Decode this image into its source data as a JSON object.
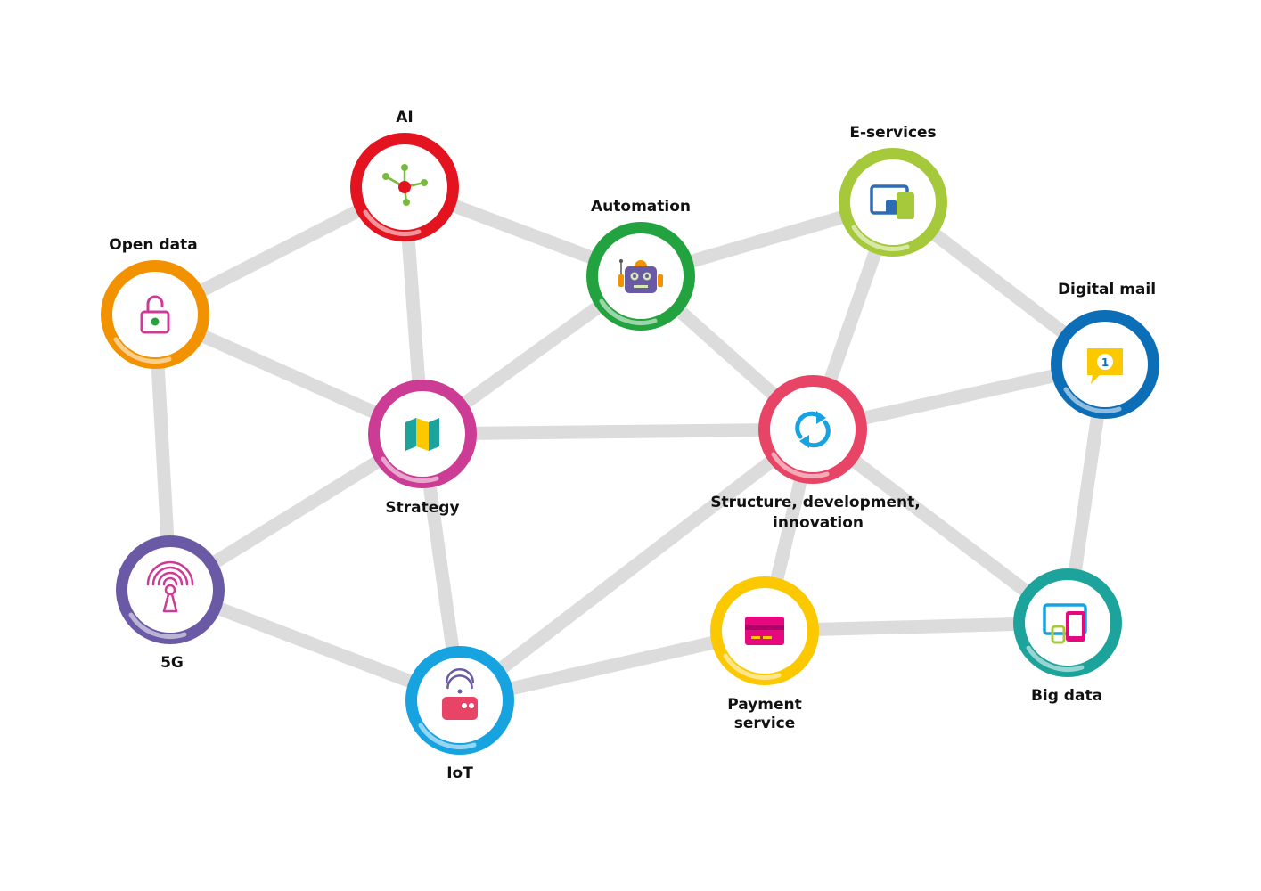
{
  "nodes": [
    {
      "id": "ai",
      "label_lines": [
        "AI"
      ],
      "color": "#e3141f",
      "icon": "network-hub-icon"
    },
    {
      "id": "automation",
      "label_lines": [
        "Automation"
      ],
      "color": "#23a33f",
      "icon": "robot-icon"
    },
    {
      "id": "e-services",
      "label_lines": [
        "E-services"
      ],
      "color": "#a5c93b",
      "icon": "devices-icon"
    },
    {
      "id": "open-data",
      "label_lines": [
        "Open data"
      ],
      "color": "#f39200",
      "icon": "unlocked-padlock-icon"
    },
    {
      "id": "digital-mail",
      "label_lines": [
        "Digital mail"
      ],
      "color": "#0b6eb7",
      "icon": "notification-message-icon"
    },
    {
      "id": "strategy",
      "label_lines": [
        "Strategy"
      ],
      "color": "#cc3c95",
      "icon": "folded-map-icon"
    },
    {
      "id": "structure",
      "label_lines": [
        "Structure, development,",
        "innovation"
      ],
      "color": "#e84466",
      "icon": "refresh-cycle-icon"
    },
    {
      "id": "5g",
      "label_lines": [
        "5G"
      ],
      "color": "#6a59a4",
      "icon": "antenna-tower-icon"
    },
    {
      "id": "iot",
      "label_lines": [
        "IoT"
      ],
      "color": "#17a2e0",
      "icon": "wifi-router-icon"
    },
    {
      "id": "payment",
      "label_lines": [
        "Payment",
        "service"
      ],
      "color": "#fcc800",
      "icon": "credit-card-icon"
    },
    {
      "id": "big-data",
      "label_lines": [
        "Big data"
      ],
      "color": "#1ba39c",
      "icon": "screens-icon"
    }
  ],
  "edges": [
    [
      "open-data",
      "ai"
    ],
    [
      "ai",
      "automation"
    ],
    [
      "ai",
      "strategy"
    ],
    [
      "automation",
      "e-services"
    ],
    [
      "automation",
      "strategy"
    ],
    [
      "automation",
      "structure"
    ],
    [
      "e-services",
      "structure"
    ],
    [
      "e-services",
      "digital-mail"
    ],
    [
      "open-data",
      "strategy"
    ],
    [
      "open-data",
      "5g"
    ],
    [
      "strategy",
      "structure"
    ],
    [
      "strategy",
      "5g"
    ],
    [
      "strategy",
      "iot"
    ],
    [
      "structure",
      "digital-mail"
    ],
    [
      "structure",
      "iot"
    ],
    [
      "structure",
      "payment"
    ],
    [
      "structure",
      "big-data"
    ],
    [
      "digital-mail",
      "big-data"
    ],
    [
      "5g",
      "iot"
    ],
    [
      "iot",
      "payment"
    ],
    [
      "payment",
      "big-data"
    ]
  ],
  "colors": {
    "edge": "#dcdcdc",
    "label": "#111111"
  }
}
